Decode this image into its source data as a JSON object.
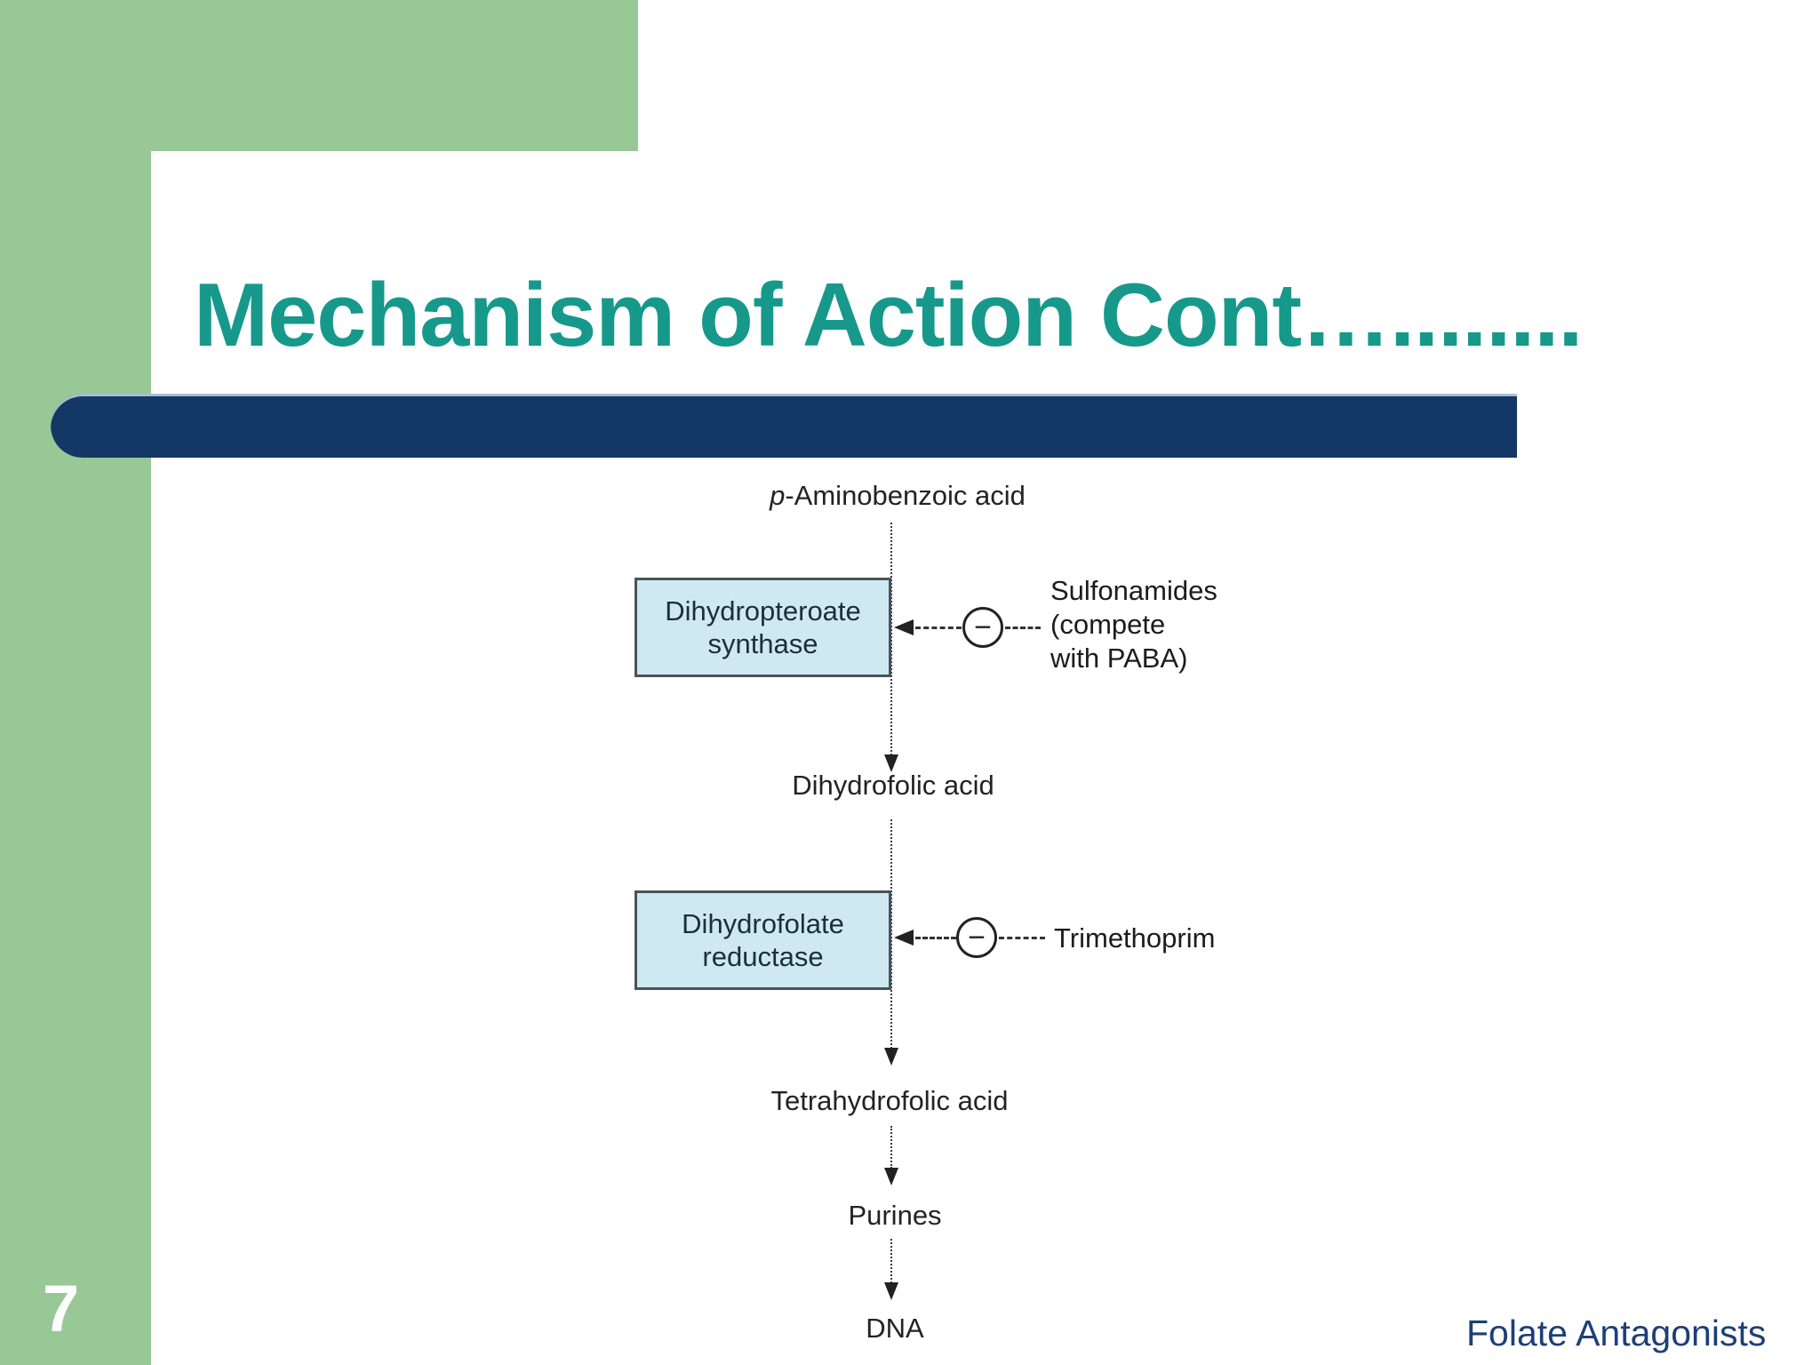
{
  "slide": {
    "title": "Mechanism of Action Cont…........",
    "page_number": "7",
    "footer": "Folate Antagonists"
  },
  "colors": {
    "green": "#98C896",
    "navy": "#133866",
    "teal": "#16998B",
    "boxfill": "#CEE9F1",
    "footerblue": "#1D3F76"
  },
  "diagram": {
    "nodes": {
      "paba": "p-Aminobenzoic acid",
      "dihydrofolic": "Dihydrofolic acid",
      "tetrahydrofolic": "Tetrahydrofolic acid",
      "purines": "Purines",
      "dna": "DNA"
    },
    "enzymes": {
      "synthase_line1": "Dihydropteroate",
      "synthase_line2": "synthase",
      "reductase_line1": "Dihydrofolate",
      "reductase_line2": "reductase"
    },
    "inhibitors": {
      "sulfonamides_line1": "Sulfonamides",
      "sulfonamides_line2": "(compete",
      "sulfonamides_line3": "with PABA)",
      "trimethoprim": "Trimethoprim"
    },
    "minus_symbol": "−"
  }
}
